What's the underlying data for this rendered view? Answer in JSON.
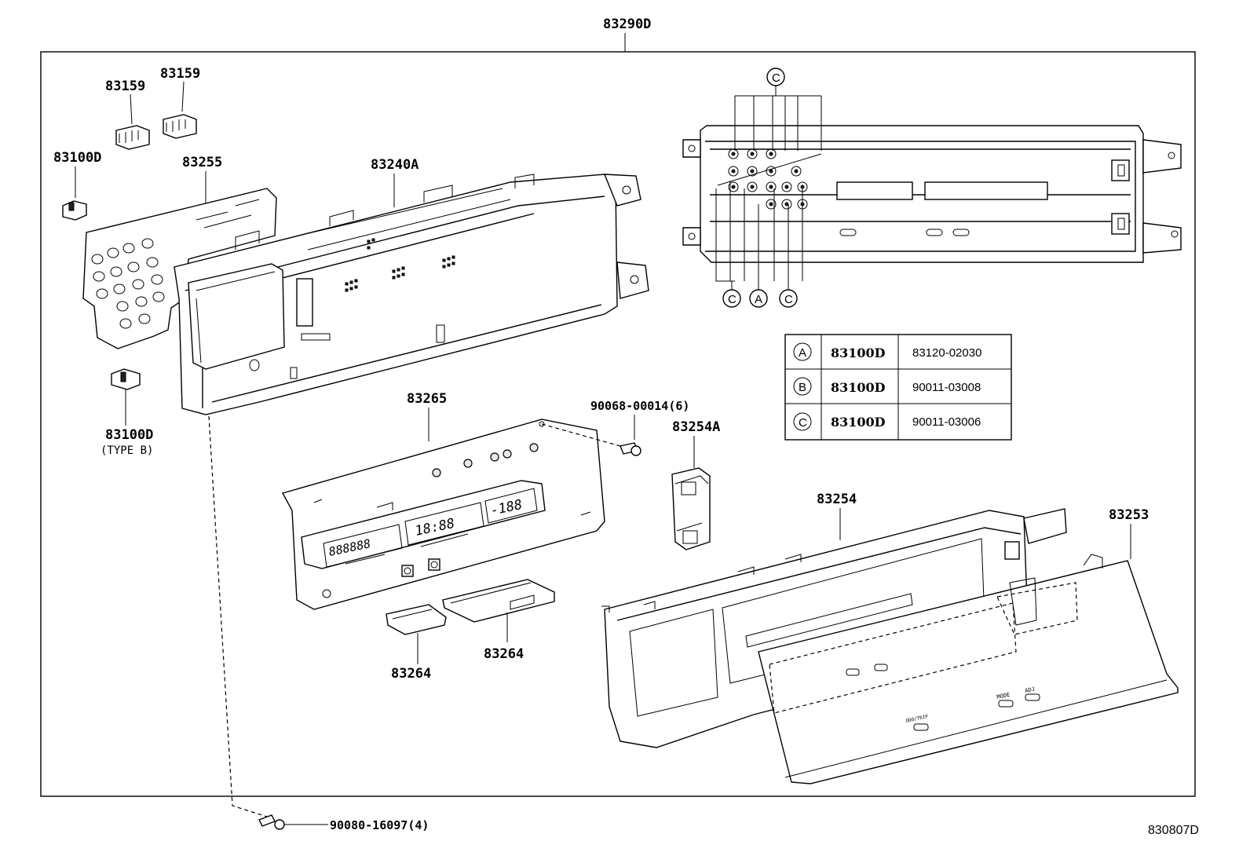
{
  "diagram": {
    "assembly_label": "83290D",
    "drawing_number": "830807D",
    "part_labels": {
      "p83159a": "83159",
      "p83159b": "83159",
      "p83100d_top": "83100D",
      "p83255": "83255",
      "p83240a": "83240A",
      "p83100d_b": "83100D",
      "p83100d_b_note": "(TYPE B)",
      "p83265": "83265",
      "p90068": "90068-00014(6)",
      "p83254a": "83254A",
      "p83254": "83254",
      "p83253": "83253",
      "p83264a": "83264",
      "p83264b": "83264",
      "p90080": "90080-16097(4)"
    },
    "callouts": {
      "c_top": "C",
      "c_left": "C",
      "a_mid": "A",
      "c_right": "C"
    },
    "legend": [
      {
        "mark": "A",
        "part": "83100D",
        "number": "83120-02030"
      },
      {
        "mark": "B",
        "part": "83100D",
        "number": "90011-03008"
      },
      {
        "mark": "C",
        "part": "83100D",
        "number": "90011-03006"
      }
    ],
    "display_digits": {
      "odo": "888888",
      "clock": "18:88",
      "temp": "-188"
    },
    "button_labels": {
      "mode": "MODE",
      "adj": "ADJ",
      "odo_trip": "ODO/TRIP"
    }
  }
}
